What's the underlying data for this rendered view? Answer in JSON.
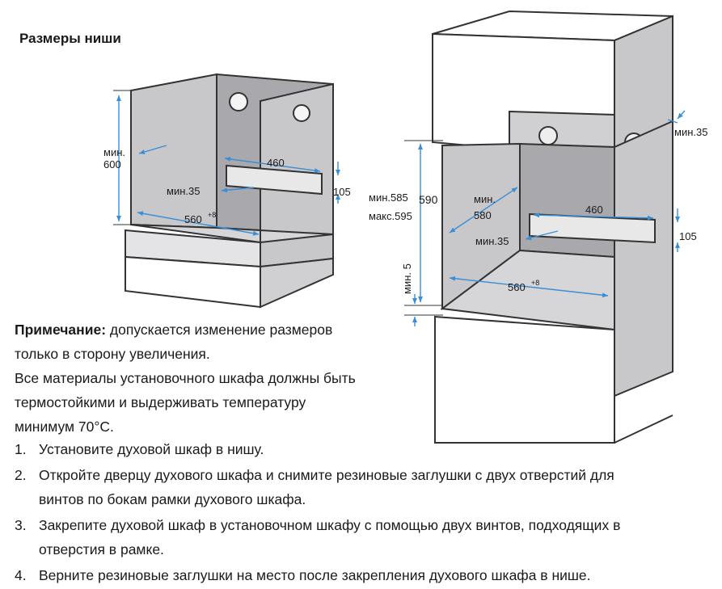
{
  "heading": "Размеры ниши",
  "diagram_left": {
    "height_label_line1": "мин.",
    "height_label_line2": "600",
    "width_label": "460",
    "depth_min_label": "мин.35",
    "slot_height_label": "105",
    "bottom_width_label": "560",
    "bottom_width_sup": "+8"
  },
  "diagram_right": {
    "top_gap_label": "мин.35",
    "height_min_label": "мин.585",
    "height_max_label": "макс.595",
    "height_nominal_label": "590",
    "inner_height_line1": "мин.",
    "inner_height_line2": "580",
    "width_label": "460",
    "depth_min_label": "мин.35",
    "slot_height_label": "105",
    "bottom_gap_label": "мин. 5",
    "bottom_width_label": "560",
    "bottom_width_sup": "+8"
  },
  "note": {
    "bold": "Примечание:",
    "line1": " допускается изменение размеров",
    "line2": "только в сторону увеличения.",
    "line3": "Все материалы установочного шкафа должны  быть",
    "line4": "термостойкими и выдерживать температуру",
    "line5": "минимум 70°С."
  },
  "steps": [
    {
      "num": "1.",
      "line1": "Установите духовой шкаф в нишу.",
      "line2": ""
    },
    {
      "num": "2.",
      "line1": "Откройте дверцу духового шкафа и снимите резиновые заглушки с двух отверстий для",
      "line2": "винтов по бокам рамки духового шкафа."
    },
    {
      "num": "3.",
      "line1": "Закрепите духовой шкаф в установочном шкафу с помощью двух винтов, подходящих в",
      "line2": "отверстия в рамке."
    },
    {
      "num": "4.",
      "line1": "Верните резиновые заглушки на место после закрепления духового шкафа в нише.",
      "line2": ""
    }
  ],
  "colors": {
    "accent": "#3a8ed6",
    "panel": "#c9c9cc",
    "line": "#333333"
  }
}
